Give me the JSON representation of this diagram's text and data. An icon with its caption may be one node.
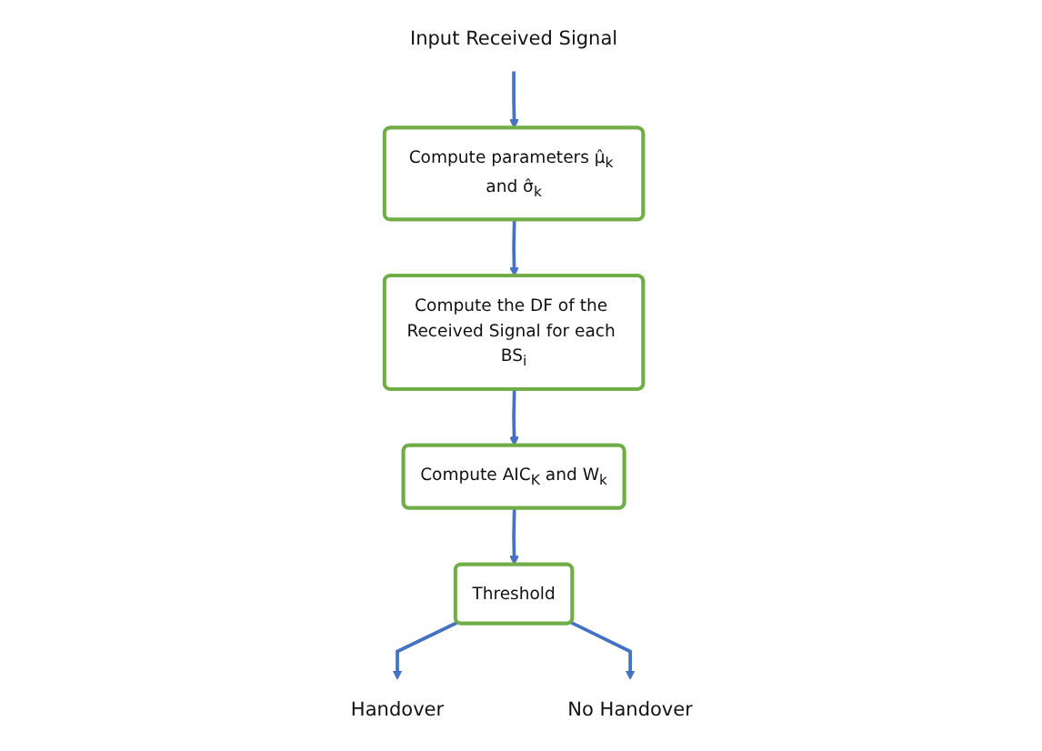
{
  "diagram": {
    "nodes": [
      {
        "text": [
          "Input Received Signal"
        ]
      },
      {
        "text": [
          "Compute parameters μ̂$_{k}$ and σ̂$_{k}$"
        ]
      },
      {
        "text": [
          "Compute the DF of the Received Signal for each BS$_{i}$"
        ]
      },
      {
        "text": [
          "Compute AIC$_{K}$ and W$_{k}$"
        ]
      },
      {
        "text": [
          "Threshold"
        ]
      },
      {
        "text": [
          "Handover"
        ]
      },
      {
        "text": [
          "No Handover"
        ]
      }
    ],
    "edges": [
      {
        "from": 0,
        "to": 1,
        "arrow": "to"
      },
      {
        "from": 1,
        "to": 2,
        "arrow": "to"
      },
      {
        "from": 2,
        "to": 3,
        "arrow": "to"
      },
      {
        "from": 3,
        "to": 4,
        "arrow": "to"
      },
      {
        "from": 4,
        "to": 5,
        "arrow": "to"
      },
      {
        "from": 4,
        "to": 6,
        "arrow": "to"
      }
    ]
  }
}
